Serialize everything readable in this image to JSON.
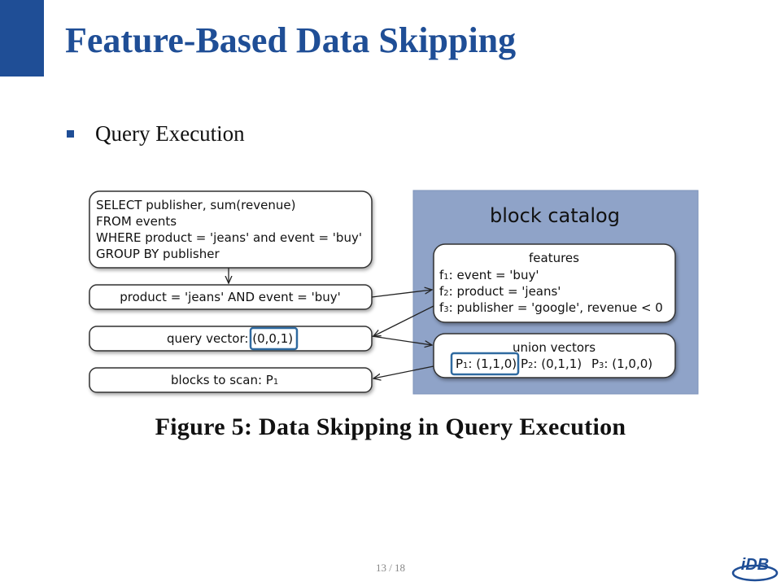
{
  "slide": {
    "title": "Feature-Based Data Skipping",
    "bullet": "Query Execution",
    "page_number": "13 / 18",
    "logo_text": "iDB",
    "accent_color": "#1f4e96"
  },
  "diagram": {
    "query_lines": [
      "SELECT publisher, sum(revenue)",
      "FROM events",
      "WHERE product = 'jeans' and event = 'buy'",
      "GROUP BY publisher"
    ],
    "predicate": "product = 'jeans' AND event = 'buy'",
    "query_vector_label": "query vector: ",
    "query_vector_value": "(0,0,1)",
    "blocks_to_scan_label": "blocks to scan: P",
    "blocks_to_scan_sub": "1",
    "catalog": {
      "title": "block catalog",
      "features_title": "features",
      "features": [
        {
          "name": "f",
          "sub": "1",
          "text": ": event = 'buy'"
        },
        {
          "name": "f",
          "sub": "2",
          "text": ": product = 'jeans'"
        },
        {
          "name": "f",
          "sub": "3",
          "text": ": publisher = 'google', revenue < 0"
        }
      ],
      "union_vectors_title": "union vectors",
      "union_vectors": [
        {
          "name": "P",
          "sub": "1",
          "text": ": (1,1,0)"
        },
        {
          "name": "P",
          "sub": "2",
          "text": ": (0,1,1)"
        },
        {
          "name": "P",
          "sub": "3",
          "text": ": (1,0,0)"
        }
      ]
    },
    "colors": {
      "catalog_bg": "#8fa3c8",
      "highlight": "#2f6aa0"
    }
  },
  "caption": "Figure 5:  Data Skipping in Query Execution"
}
